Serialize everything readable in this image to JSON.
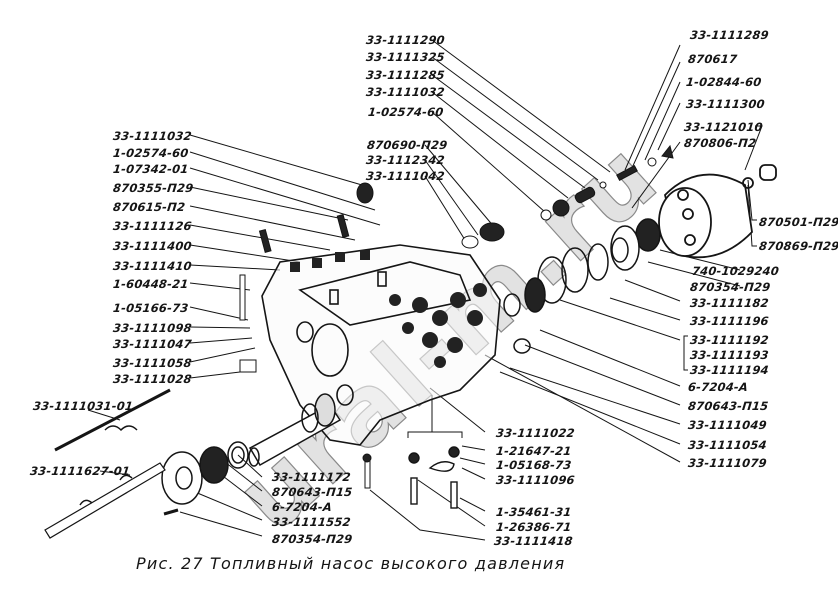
{
  "caption": "Рис. 27 Топливный насос высокого давления",
  "watermark": "ural-m.ru",
  "labels_left": [
    "33-1111032",
    "1-02574-60",
    "1-07342-01",
    "870355-П29",
    "870615-П2",
    "33-1111126",
    "33-1111400",
    "33-1111410",
    "1-60448-21",
    "1-05166-73",
    "33-1111098",
    "33-1111047",
    "33-1111058",
    "33-1111028"
  ],
  "labels_top_center": [
    "33-1111290",
    "33-1111325",
    "33-1111285",
    "33-1111032",
    "1-02574-60",
    "870690-П29",
    "33-1112342",
    "33-1111042"
  ],
  "labels_top_right": [
    "33-1111289",
    "870617",
    "1-02844-60",
    "33-1111300",
    "33-1121010",
    "870806-П2"
  ],
  "labels_right": [
    "870501-П29",
    "870869-П29",
    "740-1029240",
    "870354-П29",
    "33-1111182",
    "33-1111196",
    "33-1111192",
    "33-1111193",
    "33-1111194",
    "6-7204-А",
    "870643-П15",
    "33-1111049",
    "33-1111054",
    "33-1111079"
  ],
  "labels_bottom_left": [
    "33-1111031-01",
    "33-1111627-01"
  ],
  "labels_bottom_center": [
    "33-1111172",
    "870643-П15",
    "6-7204-А",
    "33-1111552",
    "870354-П29"
  ],
  "labels_bottom_right": [
    "33-1111022",
    "1-21647-21",
    "1-05168-73",
    "33-1111096",
    "1-35461-31",
    "1-26386-71",
    "33-1111418"
  ],
  "colors": {
    "ink": "#151515",
    "paper": "#ffffff",
    "watermark": "#9a9a9a"
  }
}
